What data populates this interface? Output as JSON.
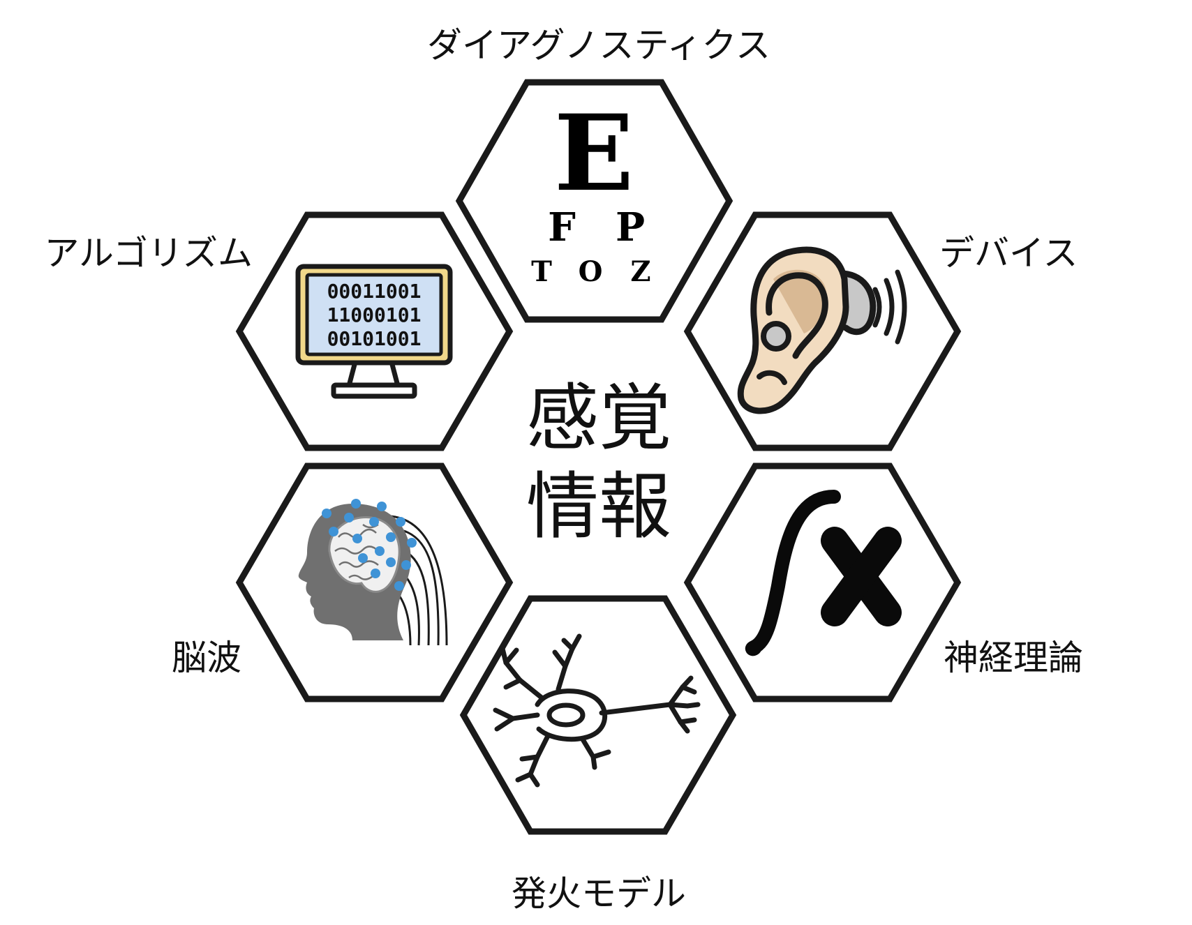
{
  "center": {
    "line1": "感覚",
    "line2": "情報"
  },
  "modules": {
    "diagnostics": {
      "label": "ダイアグノスティクス",
      "chart_letters": [
        "E",
        "F",
        "P",
        "T",
        "O",
        "Z"
      ]
    },
    "devices": {
      "label": "デバイス"
    },
    "neural_theory": {
      "label": "神経理論"
    },
    "firing_model": {
      "label": "発火モデル"
    },
    "eeg": {
      "label": "脳波"
    },
    "algorithms": {
      "label": "アルゴリズム",
      "binary_rows": [
        "00011001",
        "11000101",
        "00101001"
      ]
    }
  },
  "colors": {
    "stroke": "#1a1a1a",
    "screen_fill": "#cfe0f4",
    "monitor_frame": "#f1d88a",
    "skin": "#f2dcc0",
    "skin_shadow": "#d9b994",
    "hearing_aid": "#c8c8c8",
    "head_gray": "#707070",
    "electrode": "#3f93d6"
  }
}
